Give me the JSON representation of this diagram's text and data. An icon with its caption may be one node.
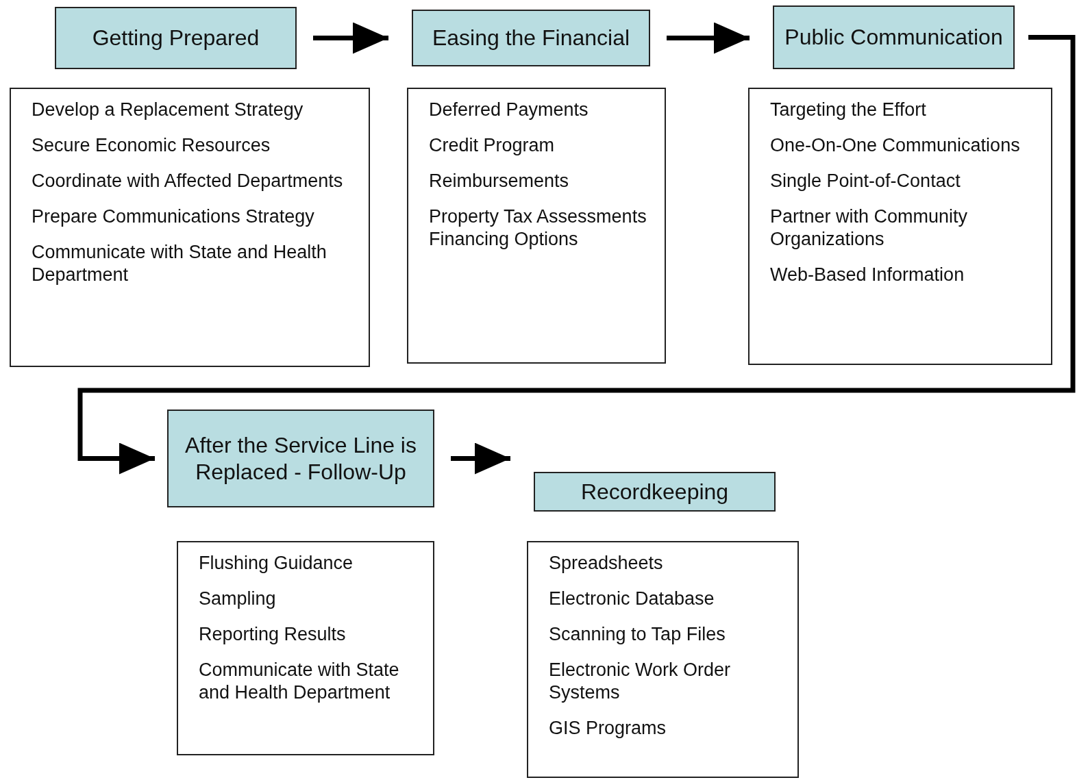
{
  "diagram": {
    "nodes": [
      {
        "text": [
          "Getting Prepared"
        ]
      },
      {
        "text": [
          "Develop a Replacement Strategy",
          "Secure Economic Resources",
          "Coordinate with Affected Departments",
          "Prepare Communications Strategy",
          "Communicate with State and Health Department"
        ]
      },
      {
        "text": [
          "Easing the Financial"
        ]
      },
      {
        "text": [
          "Deferred Payments",
          "Credit Program",
          "Reimbursements",
          "Property Tax Assessments Financing Options"
        ]
      },
      {
        "text": [
          "Public Communication"
        ]
      },
      {
        "text": [
          "Targeting the Effort",
          "One-On-One Communications",
          "Single Point-of-Contact",
          "Partner with Community Organizations",
          "Web-Based Information"
        ]
      },
      {
        "text": [
          "After the Service Line is Replaced - Follow-Up"
        ]
      },
      {
        "text": [
          "Flushing Guidance",
          "Sampling",
          "Reporting Results",
          "Communicate with State and Health Department"
        ]
      },
      {
        "text": [
          "Recordkeeping"
        ]
      },
      {
        "text": [
          "Spreadsheets",
          "Electronic Database",
          "Scanning to Tap Files",
          "Electronic Work Order Systems",
          "GIS Programs"
        ]
      }
    ],
    "edges": [
      {
        "from": 0,
        "to": 2,
        "arrow": "to"
      },
      {
        "from": 2,
        "to": 4,
        "arrow": "to"
      },
      {
        "from": 4,
        "to": 6,
        "arrow": "to"
      },
      {
        "from": 6,
        "to": 8,
        "arrow": "to"
      }
    ]
  }
}
